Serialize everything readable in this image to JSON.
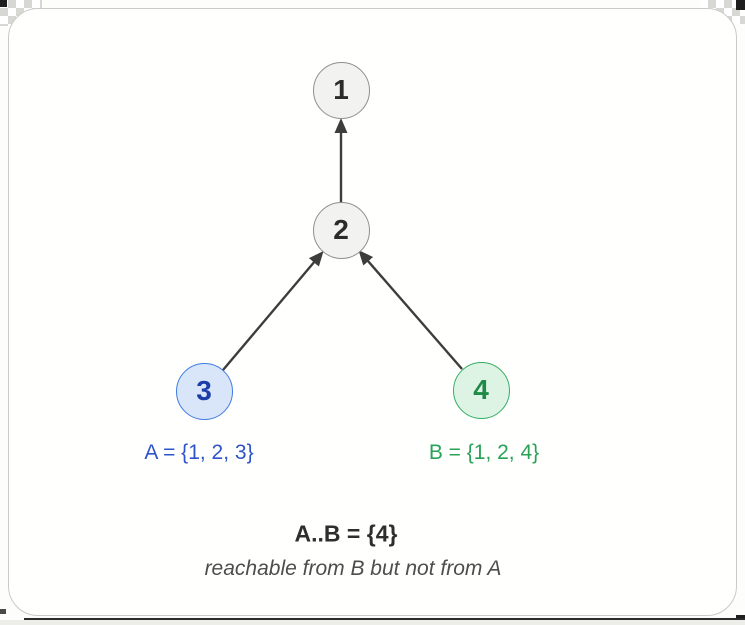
{
  "diagram": {
    "nodes": {
      "n1": {
        "label": "1"
      },
      "n2": {
        "label": "2"
      },
      "n3": {
        "label": "3"
      },
      "n4": {
        "label": "4"
      }
    },
    "edges": [
      {
        "from": "2",
        "to": "1"
      },
      {
        "from": "3",
        "to": "2"
      },
      {
        "from": "4",
        "to": "2"
      }
    ],
    "set_labels": {
      "a": "A = {1, 2, 3}",
      "b": "B = {1, 2, 4}"
    },
    "caption": {
      "title": "A..B = {4}",
      "subtitle": "reachable from B but not from A"
    },
    "colors": {
      "node_default_fill": "#f2f2f0",
      "node_default_border": "#8f8f8f",
      "node_default_text": "#2b2b2b",
      "node_a_fill": "#d9e6f9",
      "node_a_border": "#3f7ce2",
      "node_a_text": "#1c3ea9",
      "node_b_fill": "#ddf3e4",
      "node_b_border": "#34ae63",
      "node_b_text": "#1f8a45",
      "set_a_label_text": "#2d54cb",
      "set_b_label_text": "#28a257",
      "edge": "#3d3d3d",
      "card_background": "#fffffe",
      "card_border": "#cbcbc5"
    }
  }
}
